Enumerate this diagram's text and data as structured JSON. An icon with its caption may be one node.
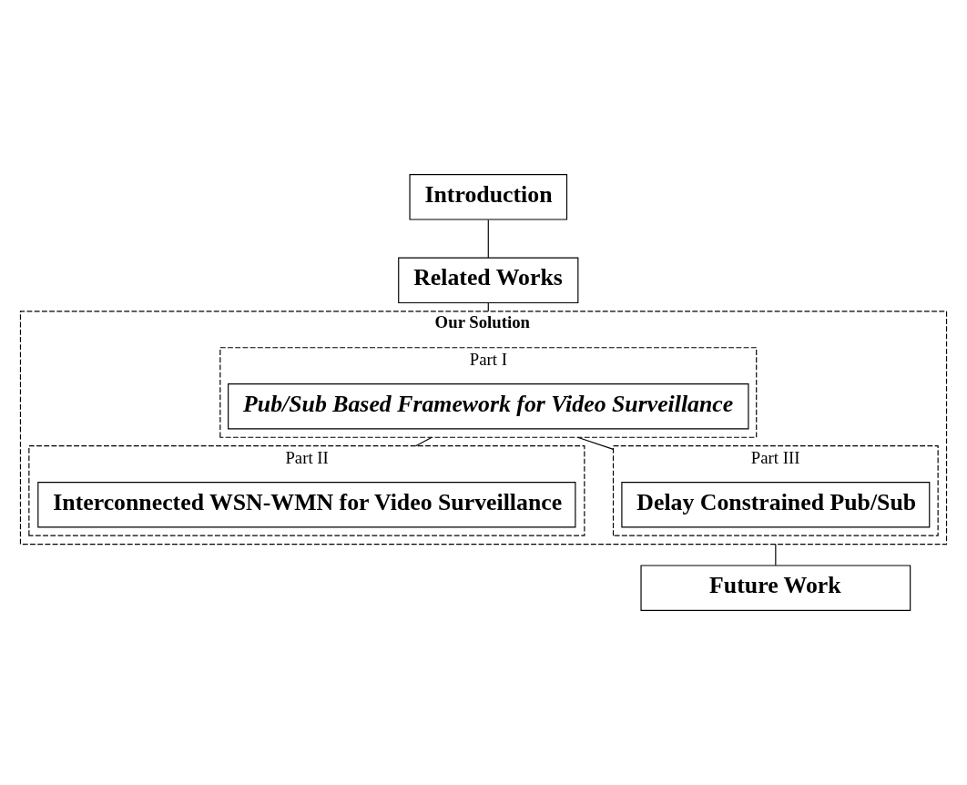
{
  "diagram": {
    "nodes": [
      {
        "text": [
          "Introduction"
        ]
      },
      {
        "text": [
          "Related Works"
        ]
      },
      {
        "text": [
          "Our Solution"
        ]
      },
      {
        "text": [
          "Part I"
        ],
        "in": 2
      },
      {
        "text": [
          "Pub/Sub Based Framework for Video Surveillance"
        ],
        "in": 3
      },
      {
        "text": [
          "Part II"
        ],
        "in": 2
      },
      {
        "text": [
          "Interconnected WSN-WMN for Video Surveillance"
        ],
        "in": 5
      },
      {
        "text": [
          "Part III"
        ],
        "in": 2
      },
      {
        "text": [
          "Delay Constrained Pub/Sub"
        ],
        "in": 7
      },
      {
        "text": [
          "Future Work"
        ]
      }
    ],
    "edges": [
      {
        "from": 0,
        "to": 1,
        "arrow": "none"
      },
      {
        "from": 1,
        "to": 2,
        "arrow": "none"
      },
      {
        "from": 3,
        "to": 5,
        "arrow": "none"
      },
      {
        "from": 3,
        "to": 7,
        "arrow": "none"
      },
      {
        "from": 2,
        "to": 9,
        "arrow": "none"
      }
    ]
  }
}
